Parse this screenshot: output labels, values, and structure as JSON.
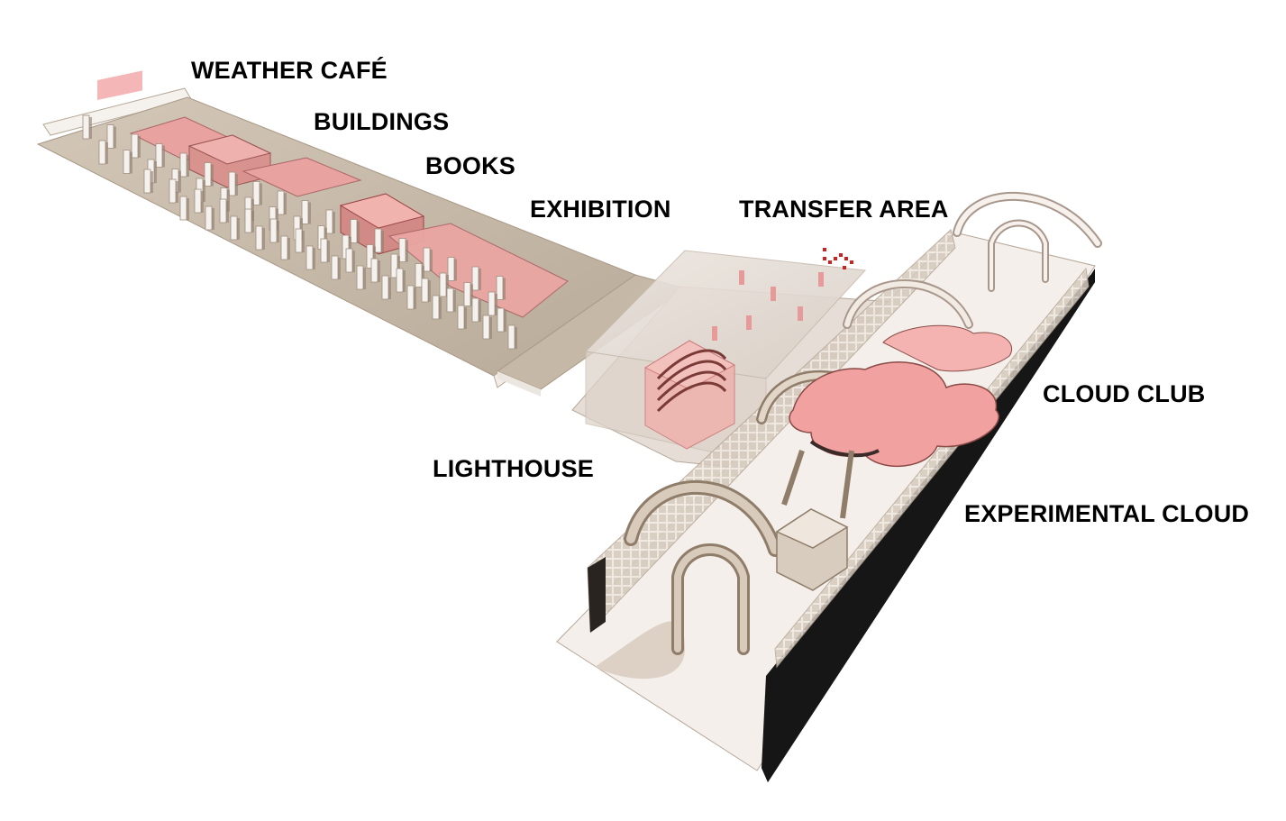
{
  "labels": {
    "weather_cafe": "WEATHER CAFÉ",
    "buildings": "BUILDINGS",
    "books": "BOOKS",
    "exhibition": "EXHIBITION",
    "transfer_area": "TRANSFER AREA",
    "lighthouse": "LIGHTHOUSE",
    "cloud_club": "CLOUD CLUB",
    "experimental_cloud": "EXPERIMENTAL CLOUD"
  },
  "colors": {
    "background": "#ffffff",
    "floor": "#c8bbab",
    "floor_shadow": "#b3a594",
    "platform_light": "#f3eeea",
    "column": "#f4f1ee",
    "highlight_pink": "#f2a1a1",
    "highlight_pink_dark": "#d98585",
    "arch": "#d8cbbb",
    "arch_dark": "#8f7d6a",
    "wall_black": "#111111",
    "text": "#000000"
  }
}
